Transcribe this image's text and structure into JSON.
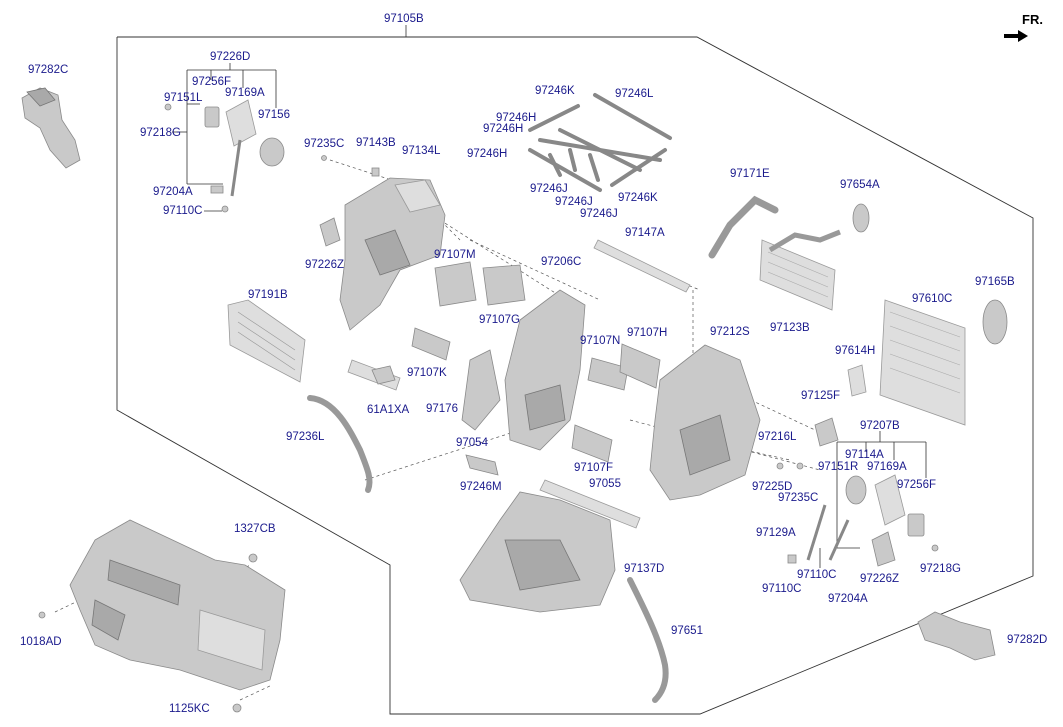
{
  "direction_label": "FR.",
  "labels": {
    "l97105B": "97105B",
    "l97282C": "97282C",
    "l97226D": "97226D",
    "l97256F_a": "97256F",
    "l97151L": "97151L",
    "l97169A_a": "97169A",
    "l97156": "97156",
    "l97218G_a": "97218G",
    "l97235C_a": "97235C",
    "l97143B": "97143B",
    "l97134L": "97134L",
    "l97204A_a": "97204A",
    "l97110C_a": "97110C",
    "l97246K_a": "97246K",
    "l97246L": "97246L",
    "l97246H_a": "97246H",
    "l97246H_b": "97246H",
    "l97246H_c": "97246H",
    "l97246J_a": "97246J",
    "l97246J_b": "97246J",
    "l97246J_c": "97246J",
    "l97246K_b": "97246K",
    "l97171E": "97171E",
    "l97654A": "97654A",
    "l97147A": "97147A",
    "l97226Z_a": "97226Z",
    "l97107M": "97107M",
    "l97206C": "97206C",
    "l97165B": "97165B",
    "l97191B": "97191B",
    "l97107G": "97107G",
    "l97610C": "97610C",
    "l97123B": "97123B",
    "l97212S": "97212S",
    "l97107N": "97107N",
    "l97107H": "97107H",
    "l97614H": "97614H",
    "l97107K": "97107K",
    "l61A1XA": "61A1XA",
    "l97176": "97176",
    "l97125F": "97125F",
    "l97236L": "97236L",
    "l97054": "97054",
    "l97207B": "97207B",
    "l97216L": "97216L",
    "l97114A": "97114A",
    "l97151R": "97151R",
    "l97169A_b": "97169A",
    "l97107F": "97107F",
    "l97246M": "97246M",
    "l97055": "97055",
    "l97225D": "97225D",
    "l97256F_b": "97256F",
    "l97235C_b": "97235C",
    "l1327CB": "1327CB",
    "l97129A": "97129A",
    "l97137D": "97137D",
    "l97110C_b": "97110C",
    "l97226Z_b": "97226Z",
    "l97218G_b": "97218G",
    "l97204A_b": "97204A",
    "l1018AD": "1018AD",
    "l97651": "97651",
    "l97282D": "97282D",
    "l1125KC": "1125KC"
  }
}
